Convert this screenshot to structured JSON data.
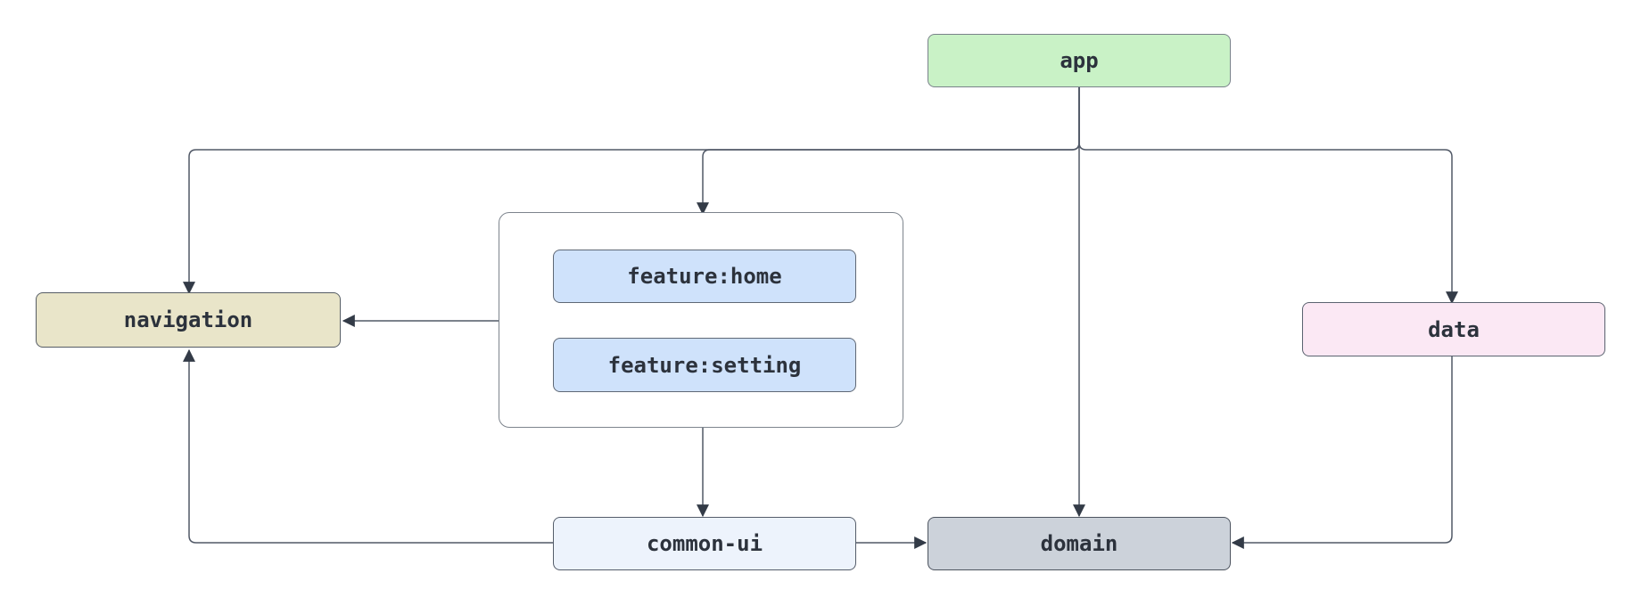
{
  "diagram": {
    "type": "module-dependency-graph",
    "background_color": "#ffffff",
    "edge_color": "#505866",
    "arrowhead_color": "#333b47",
    "nodes": {
      "app": {
        "label": "app",
        "fill": "#c9f2c6"
      },
      "navigation": {
        "label": "navigation",
        "fill": "#e9e5c9"
      },
      "feature_home": {
        "label": "feature:home",
        "fill": "#cfe2fb"
      },
      "feature_setting": {
        "label": "feature:setting",
        "fill": "#cfe2fb"
      },
      "common_ui": {
        "label": "common-ui",
        "fill": "#edf3fc"
      },
      "domain": {
        "label": "domain",
        "fill": "#ccd2da"
      },
      "data": {
        "label": "data",
        "fill": "#fbe8f4"
      }
    },
    "groups": {
      "feature_group": {
        "members": [
          "feature:home",
          "feature:setting"
        ],
        "fill": "#ffffff"
      }
    },
    "edges": [
      {
        "from": "app",
        "to": "navigation"
      },
      {
        "from": "app",
        "to": "feature_group"
      },
      {
        "from": "app",
        "to": "domain"
      },
      {
        "from": "app",
        "to": "data"
      },
      {
        "from": "feature_group",
        "to": "navigation"
      },
      {
        "from": "feature_group",
        "to": "common_ui"
      },
      {
        "from": "common_ui",
        "to": "navigation"
      },
      {
        "from": "common_ui",
        "to": "domain"
      },
      {
        "from": "data",
        "to": "domain"
      }
    ]
  }
}
